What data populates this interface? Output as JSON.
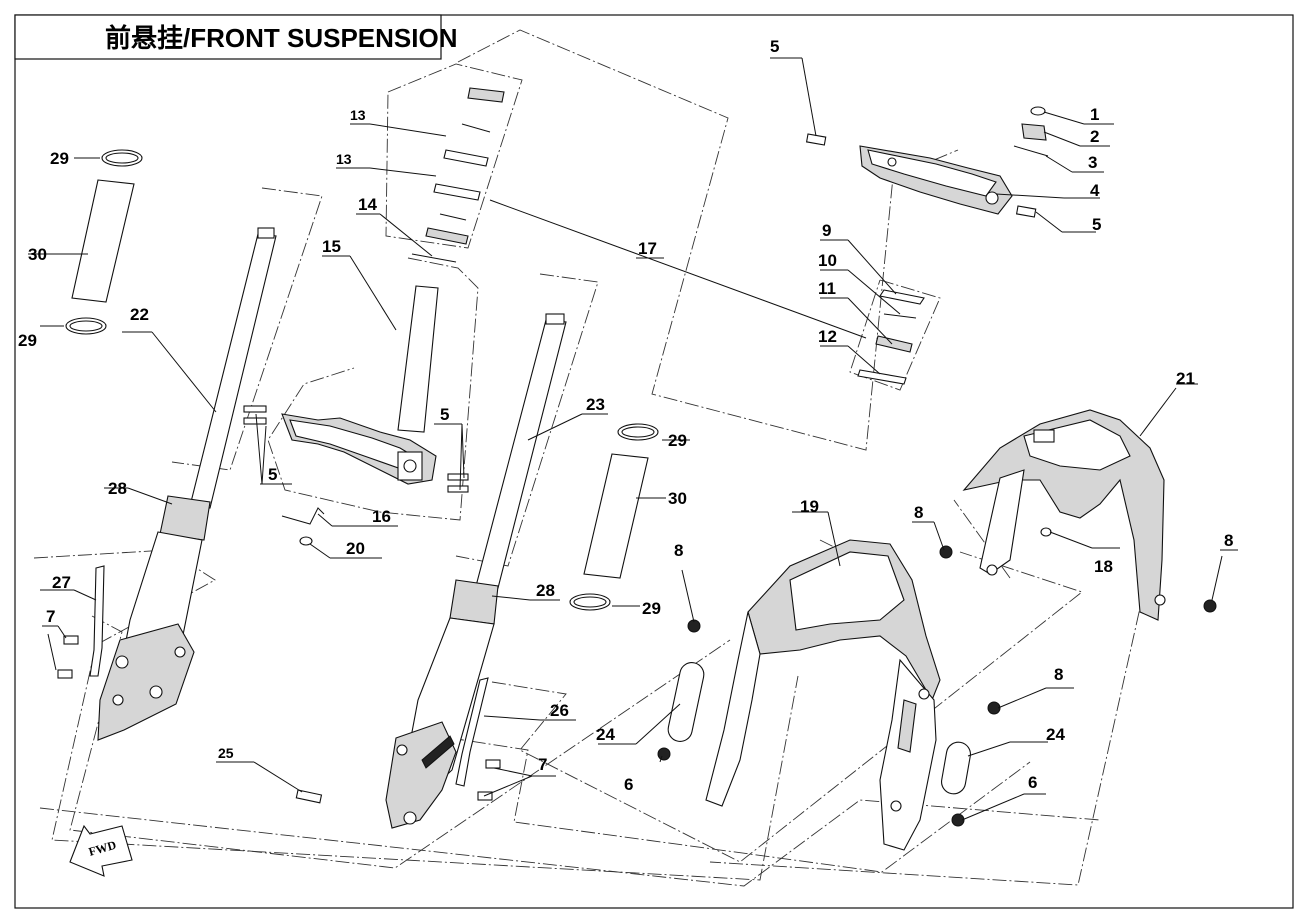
{
  "title": "前悬挂/FRONT SUSPENSION",
  "fwd_label": "FWD",
  "callouts": [
    {
      "id": "c1",
      "text": "1"
    },
    {
      "id": "c2",
      "text": "2"
    },
    {
      "id": "c3",
      "text": "3"
    },
    {
      "id": "c4",
      "text": "4"
    },
    {
      "id": "c5a",
      "text": "5"
    },
    {
      "id": "c5b",
      "text": "5"
    },
    {
      "id": "c5c",
      "text": "5"
    },
    {
      "id": "c5d",
      "text": "5"
    },
    {
      "id": "c6a",
      "text": "6"
    },
    {
      "id": "c6b",
      "text": "6"
    },
    {
      "id": "c7a",
      "text": "7"
    },
    {
      "id": "c7b",
      "text": "7"
    },
    {
      "id": "c8a",
      "text": "8"
    },
    {
      "id": "c8b",
      "text": "8"
    },
    {
      "id": "c8c",
      "text": "8"
    },
    {
      "id": "c8d",
      "text": "8"
    },
    {
      "id": "c9",
      "text": "9"
    },
    {
      "id": "c10",
      "text": "10"
    },
    {
      "id": "c11",
      "text": "11"
    },
    {
      "id": "c12",
      "text": "12"
    },
    {
      "id": "c13a",
      "text": "13"
    },
    {
      "id": "c13b",
      "text": "13"
    },
    {
      "id": "c14",
      "text": "14"
    },
    {
      "id": "c15",
      "text": "15"
    },
    {
      "id": "c16",
      "text": "16"
    },
    {
      "id": "c17",
      "text": "17"
    },
    {
      "id": "c18",
      "text": "18"
    },
    {
      "id": "c19",
      "text": "19"
    },
    {
      "id": "c20",
      "text": "20"
    },
    {
      "id": "c21",
      "text": "21"
    },
    {
      "id": "c22",
      "text": "22"
    },
    {
      "id": "c23",
      "text": "23"
    },
    {
      "id": "c24a",
      "text": "24"
    },
    {
      "id": "c24b",
      "text": "24"
    },
    {
      "id": "c25",
      "text": "25"
    },
    {
      "id": "c26",
      "text": "26"
    },
    {
      "id": "c27",
      "text": "27"
    },
    {
      "id": "c28a",
      "text": "28"
    },
    {
      "id": "c28b",
      "text": "28"
    },
    {
      "id": "c29a",
      "text": "29"
    },
    {
      "id": "c29b",
      "text": "29"
    },
    {
      "id": "c29c",
      "text": "29"
    },
    {
      "id": "c29d",
      "text": "29"
    },
    {
      "id": "c30a",
      "text": "30"
    },
    {
      "id": "c30b",
      "text": "30"
    }
  ]
}
